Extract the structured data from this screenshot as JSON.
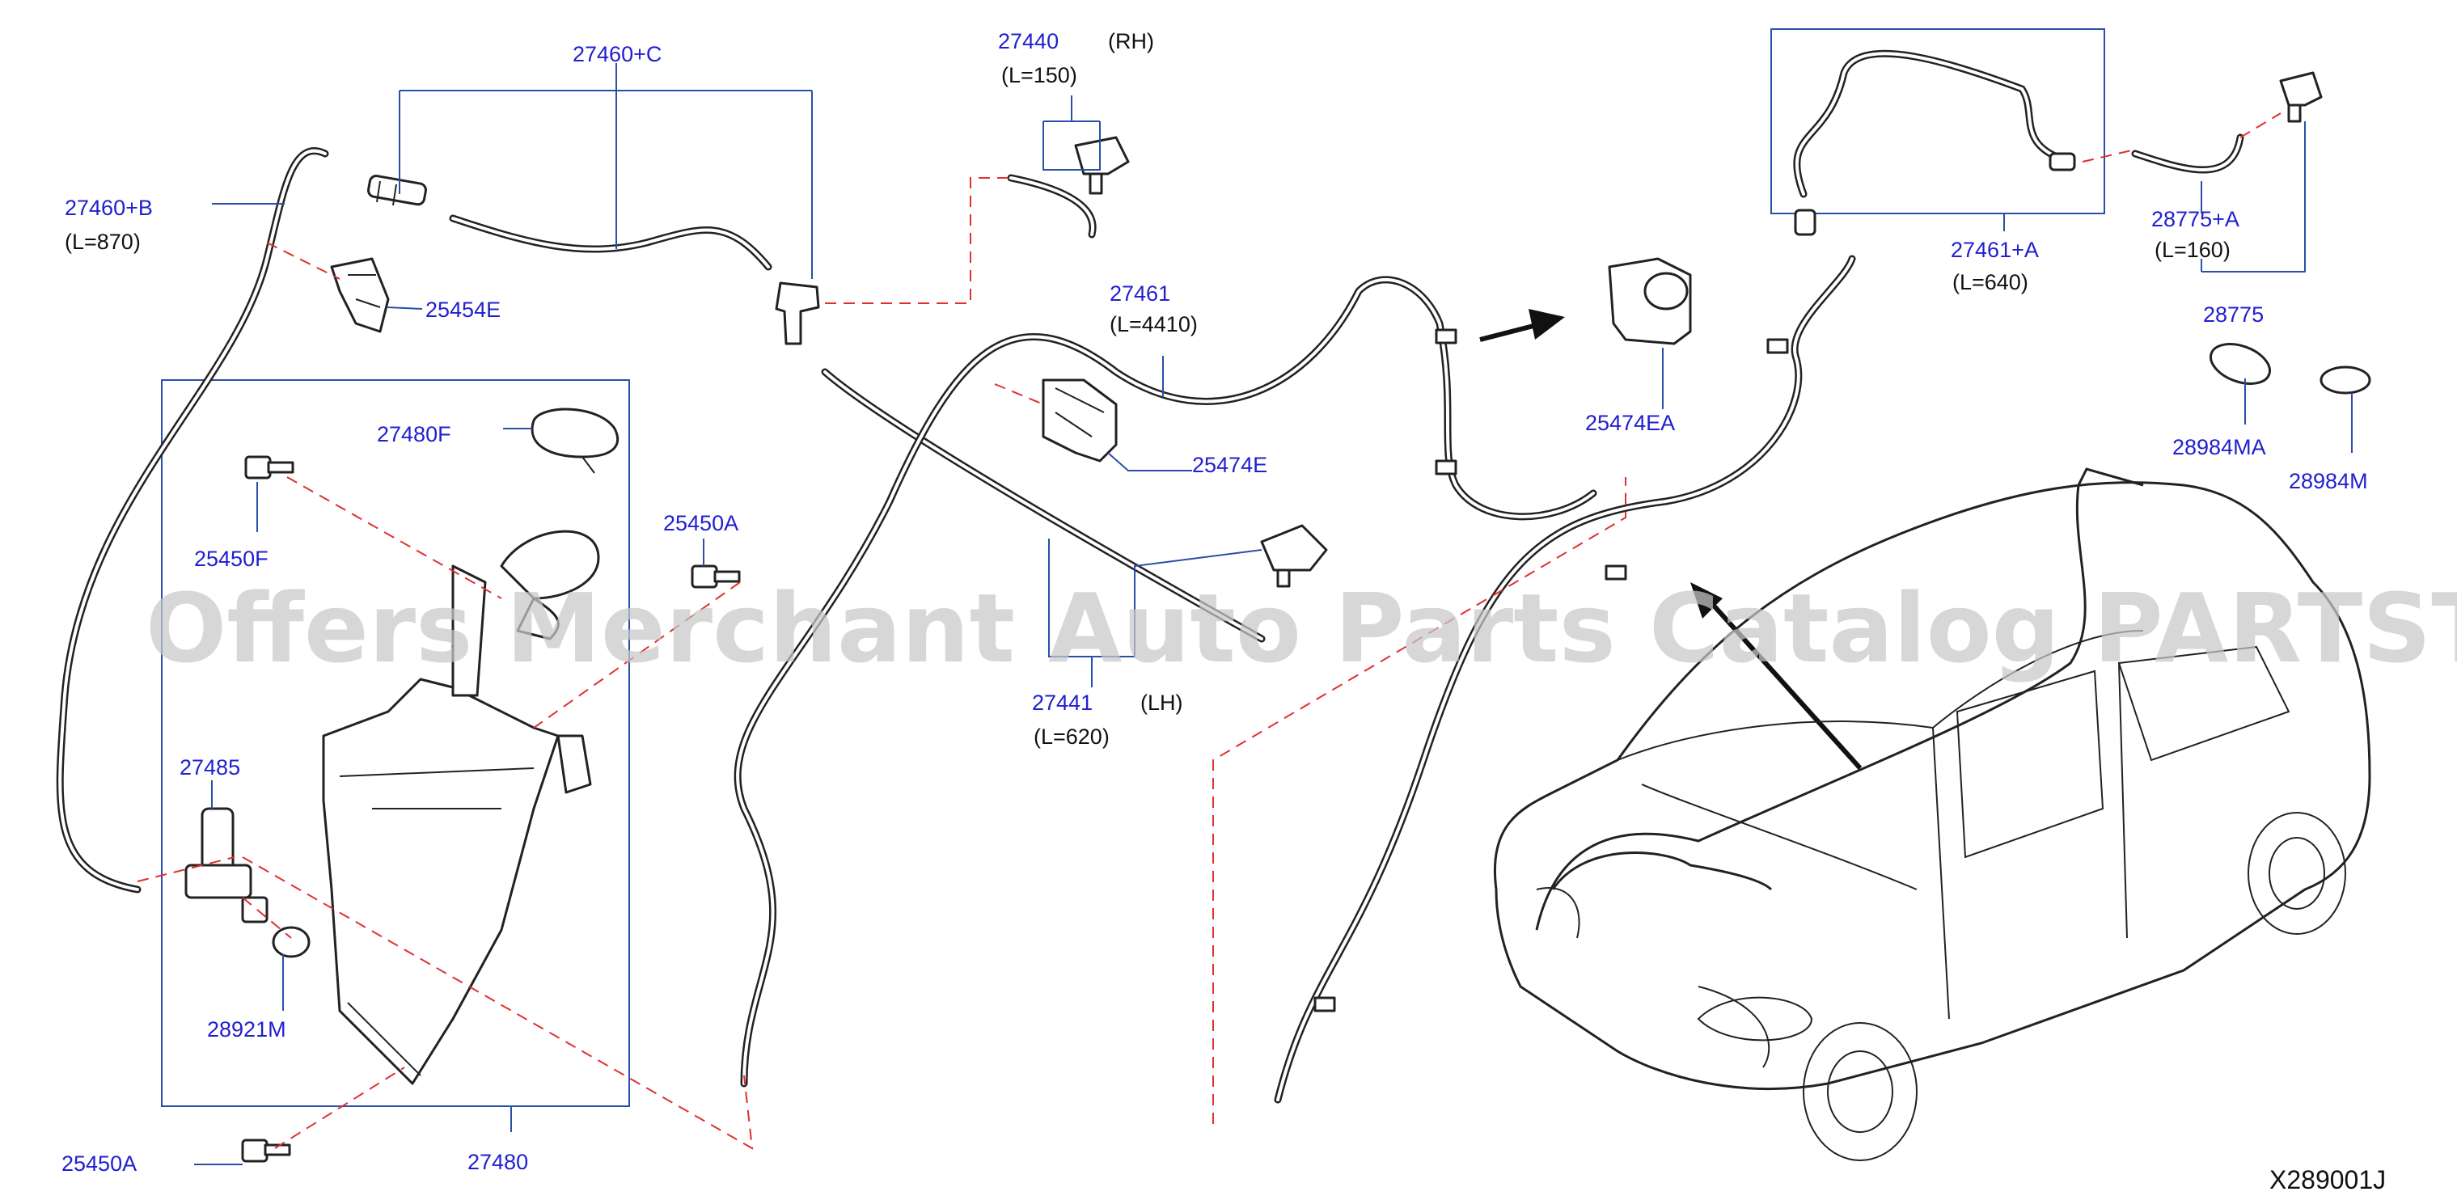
{
  "labels": {
    "p27460c": "27460+C",
    "p27440": "27440",
    "p27440_side": "(RH)",
    "p27440_len": "(L=150)",
    "p27460b": "27460+B",
    "p27460b_len": "(L=870)",
    "p25454e": "25454E",
    "p27461": "27461",
    "p27461_len": "(L=4410)",
    "p27480f": "27480F",
    "p25474e": "25474E",
    "p25474ea": "25474EA",
    "p25450f": "25450F",
    "p25450a_top": "25450A",
    "p27441": "27441",
    "p27441_side": "(LH)",
    "p27441_len": "(L=620)",
    "p27485": "27485",
    "p28921m": "28921M",
    "p25450a_bottom": "25450A",
    "p27480": "27480",
    "p27461a": "27461+A",
    "p27461a_len": "(L=640)",
    "p28775a": "28775+A",
    "p28775a_len": "(L=160)",
    "p28775": "28775",
    "p28984ma": "28984MA",
    "p28984m": "28984M"
  },
  "diagram_code": "X289001J",
  "watermark": "Offers Merchant Auto Parts Catalog PARTSTORE.SA",
  "colors": {
    "part_number": "#2020d0",
    "leader": "#2a4fa8",
    "dashed_reference": "#e03030",
    "drawing": "#222222",
    "watermark": "#c8c8c8"
  }
}
